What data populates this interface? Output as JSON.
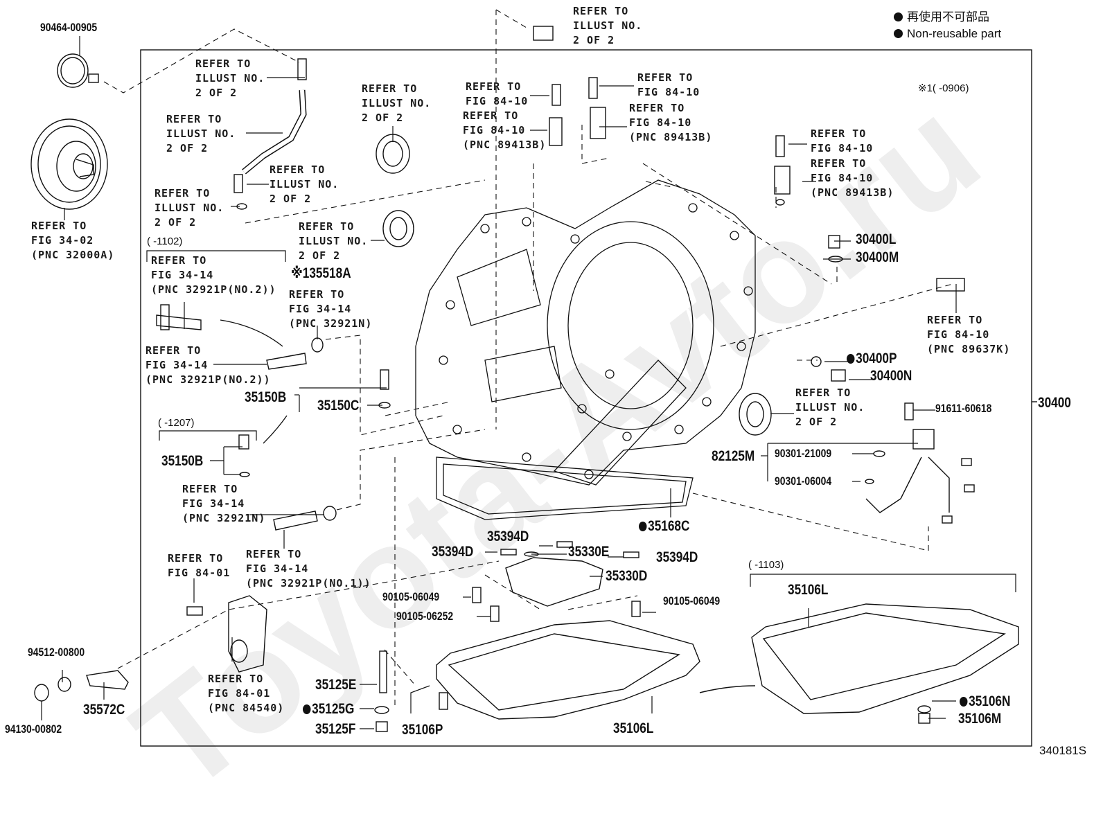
{
  "legend": {
    "items": [
      {
        "symbol": "filled-circle",
        "text": "再使用不可部品"
      },
      {
        "symbol": "filled-circle",
        "text": "Non-reusable part"
      }
    ]
  },
  "illustration_id": "340181S",
  "watermark": "Toyota-Avto.ru",
  "assembly": {
    "part_no": "30400"
  },
  "notes": {
    "star1": "※1(      -0906)",
    "range_1102": "(      -1102)",
    "range_1207": "(      -1207)",
    "range_1103": "(      -1103)"
  },
  "callouts": {
    "torque_clamp": "90464-00905",
    "torque_converter": "REFER TO\nFIG 34-02\n(PNC 32000A)",
    "top_bolt": "REFER TO\nILLUST NO.\n2 OF 2",
    "pipe_union": "REFER TO\nILLUST NO.\n2 OF 2",
    "hose": "REFER TO\nILLUST NO.\n2 OF 2",
    "elbow": "REFER TO\nILLUST NO.\n2 OF 2",
    "oring_left": "REFER TO\nILLUST NO.\n2 OF 2",
    "seal_upper": "REFER TO\nILLUST NO.\n2 OF 2",
    "seal_mid": "REFER TO\nILLUST NO.\n2 OF 2",
    "bolt_84_10_a": "REFER TO\nFIG 84-10",
    "sensor_a": "REFER TO\nFIG 84-10\n(PNC 89413B)",
    "bolt_84_10_b": "REFER TO\nFIG 84-10",
    "sensor_b": "REFER TO\nFIG 84-10\n(PNC 89413B)",
    "bolt_84_10_c": "REFER TO\nFIG 84-10",
    "sensor_c": "REFER TO\nFIG 84-10\n(PNC 89413B)",
    "sensor_d": "REFER TO\nFIG 84-10\n(PNC 89637K)",
    "union_no2_top": "REFER TO\nFIG 34-14\n(PNC 32921P(NO.2))",
    "union_no2_bottom": "REFER TO\nFIG 34-14\n(PNC 32921P(NO.2))",
    "oring_32921n_top": "REFER TO\nFIG 34-14\n(PNC 32921N)",
    "oring_32921n_bottom": "REFER TO\nFIG 34-14\n(PNC 32921N)",
    "union_no1": "REFER TO\nFIG 34-14\n(PNC 32921P(NO.1))",
    "bolt_84_01": "REFER TO\nFIG 84-01",
    "switch_84540": "REFER TO\nFIG 84-01\n(PNC 84540)",
    "seal_right": "REFER TO\nILLUST NO.\n2 OF 2"
  },
  "parts": {
    "p35518A": {
      "no": "35518A",
      "prefix": "※1"
    },
    "p30400L": {
      "no": "30400L"
    },
    "p30400M": {
      "no": "30400M"
    },
    "p30400P": {
      "no": "30400P",
      "non_reusable": true
    },
    "p30400N": {
      "no": "30400N"
    },
    "p35150B_a": {
      "no": "35150B"
    },
    "p35150C": {
      "no": "35150C"
    },
    "p35150B_b": {
      "no": "35150B"
    },
    "p91611": {
      "no": "91611-60618"
    },
    "p82125M": {
      "no": "82125M"
    },
    "p90301_21009": {
      "no": "90301-21009"
    },
    "p90301_06004": {
      "no": "90301-06004"
    },
    "p35168C": {
      "no": "35168C",
      "non_reusable": true
    },
    "p35394D_a": {
      "no": "35394D"
    },
    "p35394D_b": {
      "no": "35394D"
    },
    "p35394D_c": {
      "no": "35394D"
    },
    "p35330E": {
      "no": "35330E"
    },
    "p35330D": {
      "no": "35330D"
    },
    "p90105_06049_a": {
      "no": "90105-06049"
    },
    "p90105_06049_b": {
      "no": "90105-06049"
    },
    "p90105_06252": {
      "no": "90105-06252"
    },
    "p35106L_a": {
      "no": "35106L"
    },
    "p35106L_b": {
      "no": "35106L"
    },
    "p35106N": {
      "no": "35106N",
      "non_reusable": true
    },
    "p35106M": {
      "no": "35106M"
    },
    "p35125E": {
      "no": "35125E"
    },
    "p35125G": {
      "no": "35125G",
      "non_reusable": true
    },
    "p35125F": {
      "no": "35125F"
    },
    "p35106P": {
      "no": "35106P"
    },
    "p94512": {
      "no": "94512-00800"
    },
    "p94130": {
      "no": "94130-00802"
    },
    "p35572C": {
      "no": "35572C"
    }
  }
}
